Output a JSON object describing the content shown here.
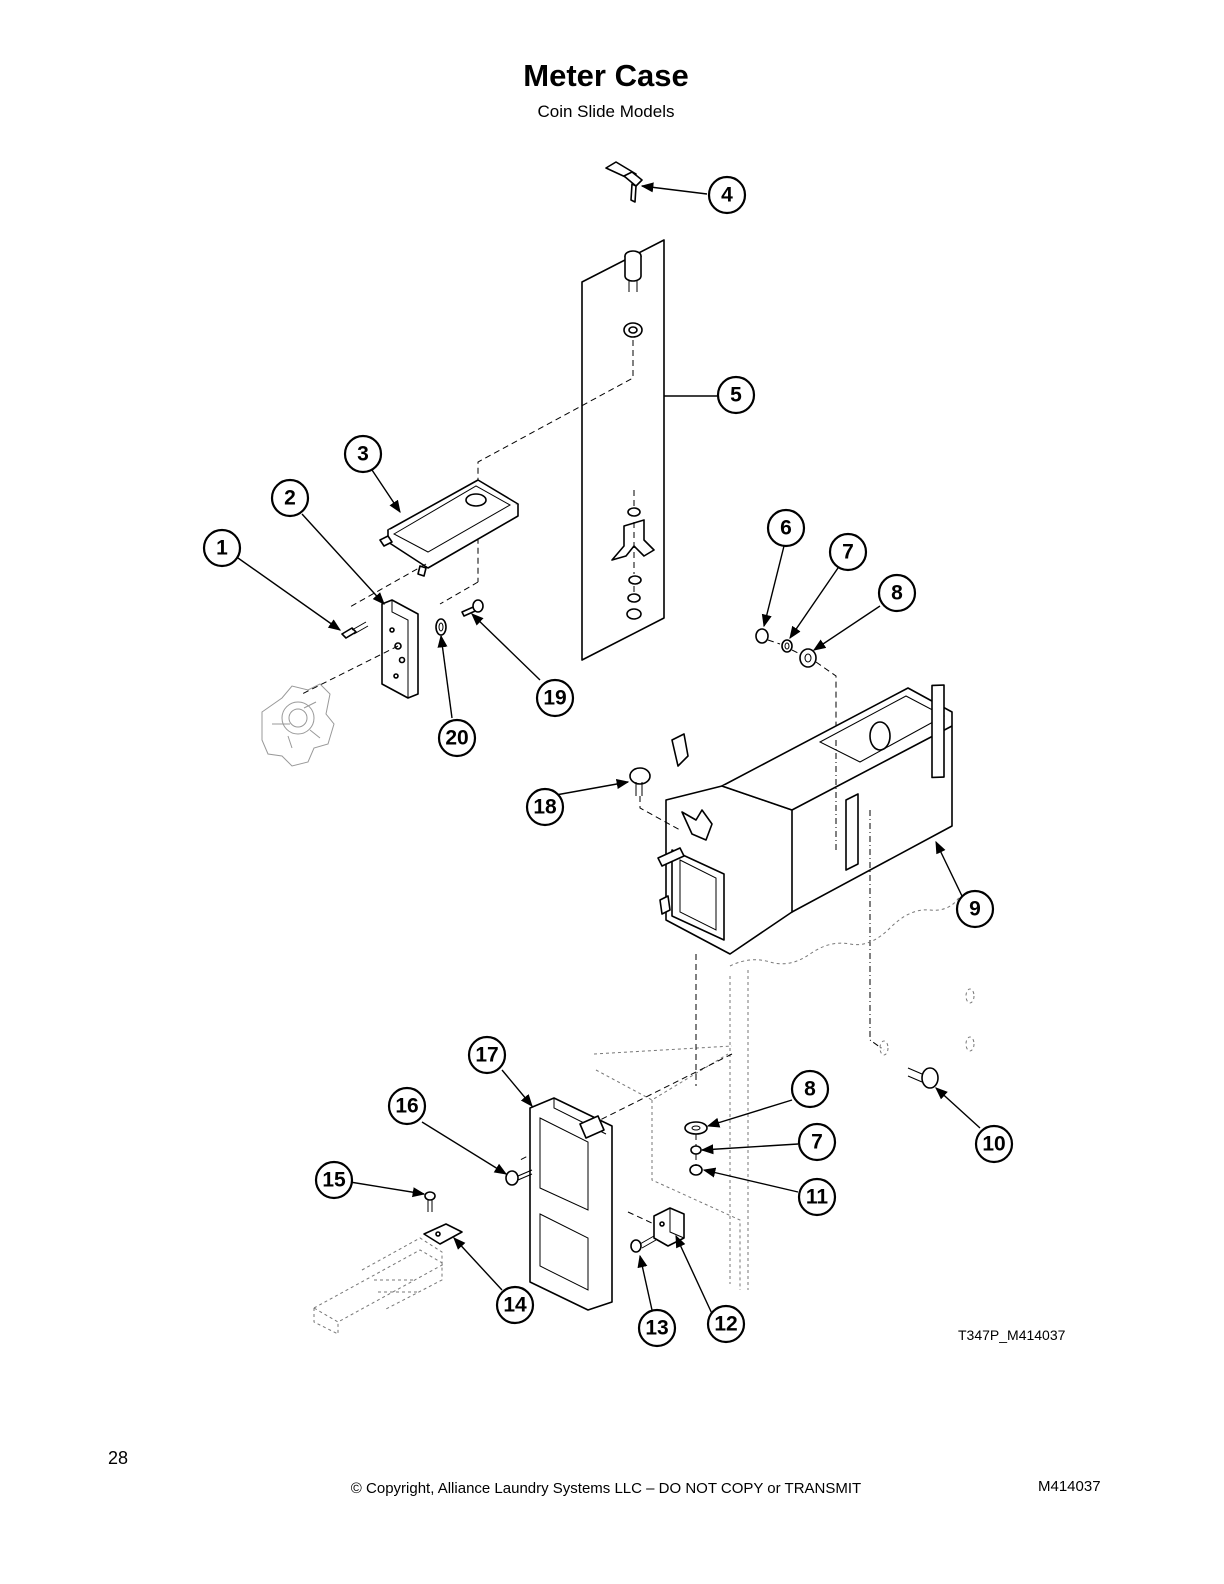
{
  "header": {
    "title": "Meter Case",
    "subtitle": "Coin Slide Models"
  },
  "diagram": {
    "callouts": [
      "1",
      "2",
      "3",
      "4",
      "5",
      "6",
      "7",
      "8",
      "9",
      "10",
      "11",
      "12",
      "13",
      "14",
      "15",
      "16",
      "17",
      "18",
      "19",
      "20",
      "8",
      "7"
    ],
    "drawing_code": "T347P_M414037"
  },
  "footer": {
    "page_number": "28",
    "copyright": "© Copyright, Alliance Laundry Systems LLC – DO NOT COPY or TRANSMIT",
    "doc_number": "M414037"
  }
}
